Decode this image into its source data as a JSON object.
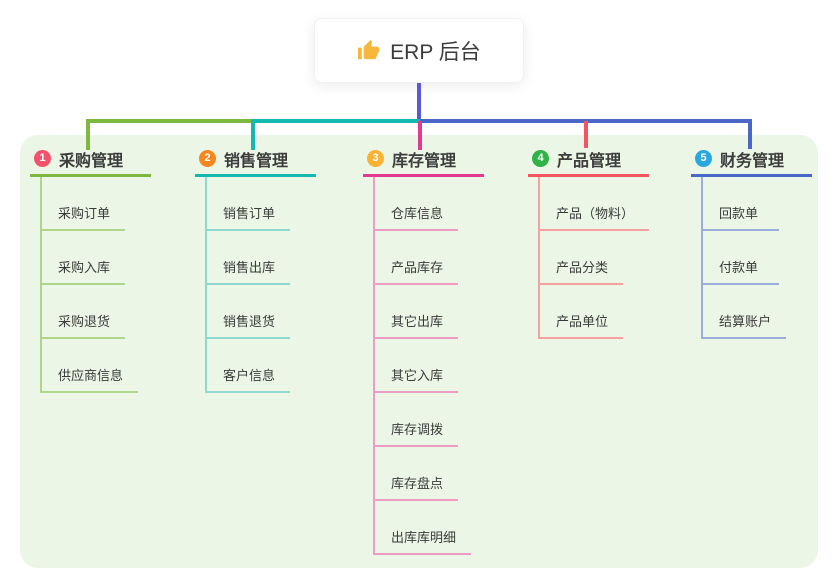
{
  "root": {
    "title": "ERP 后台",
    "icon": "thumbs-up-icon"
  },
  "connectors": {
    "root_edge_color": "#5659D8"
  },
  "panel": {
    "bg": "#EBF6E6"
  },
  "branches": [
    {
      "badge": "1",
      "label": "采购管理",
      "badge_color": "#F4516C",
      "line_color": "#7CB93E",
      "light_color": "#AFD58A",
      "children": [
        "采购订单",
        "采购入库",
        "采购退货",
        "供应商信息"
      ]
    },
    {
      "badge": "2",
      "label": "销售管理",
      "badge_color": "#F6871F",
      "line_color": "#14B8AE",
      "light_color": "#8FD8D1",
      "children": [
        "销售订单",
        "销售出库",
        "销售退货",
        "客户信息"
      ]
    },
    {
      "badge": "3",
      "label": "库存管理",
      "badge_color": "#F9B234",
      "line_color": "#E23A92",
      "light_color": "#EF9CC5",
      "children": [
        "仓库信息",
        "产品库存",
        "其它出库",
        "其它入库",
        "库存调拨",
        "库存盘点",
        "出库库明细"
      ]
    },
    {
      "badge": "4",
      "label": "产品管理",
      "badge_color": "#2FB347",
      "line_color": "#F2555F",
      "light_color": "#F5A0A3",
      "children": [
        "产品（物料）",
        "产品分类",
        "产品单位"
      ]
    },
    {
      "badge": "5",
      "label": "财务管理",
      "badge_color": "#2BA7E0",
      "line_color": "#4A66C8",
      "light_color": "#9AAEDC",
      "children": [
        "回款单",
        "付款单",
        "结算账户"
      ]
    }
  ]
}
